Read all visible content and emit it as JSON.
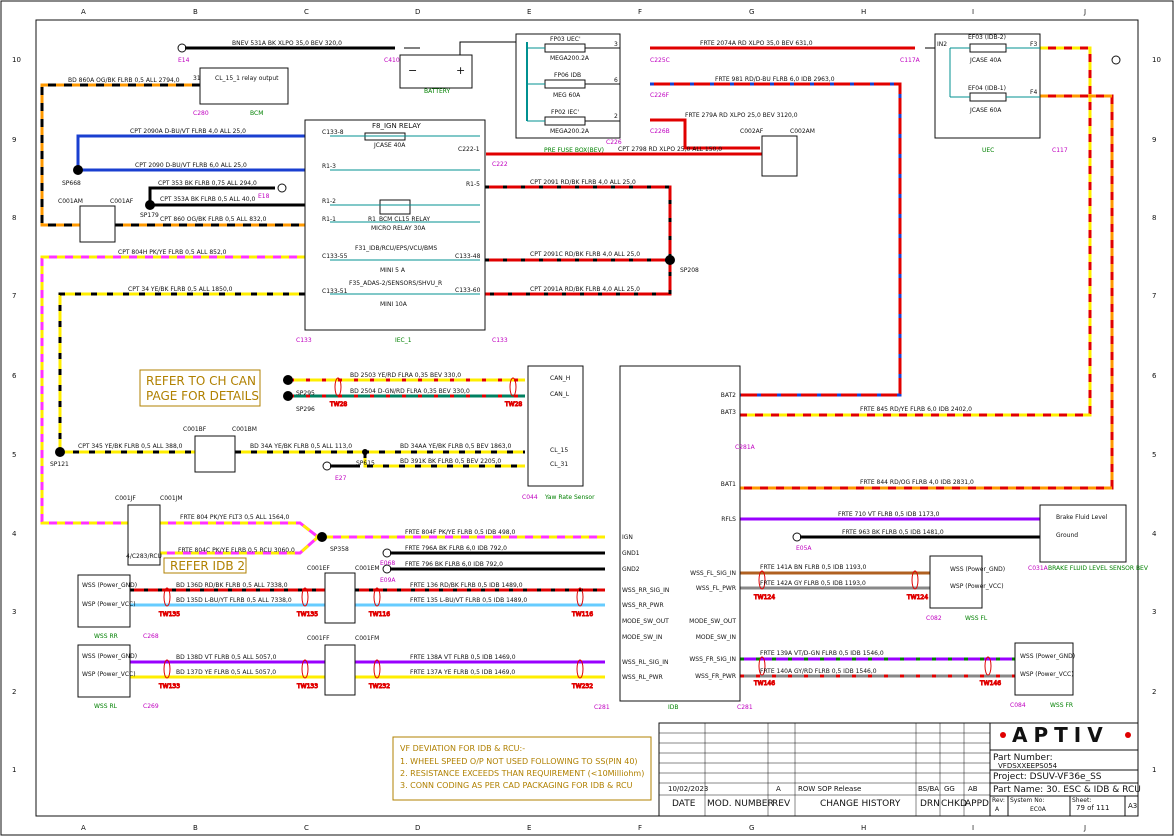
{
  "frame": {
    "cols_top": [
      "A",
      "B",
      "C",
      "D",
      "E",
      "F",
      "G",
      "H",
      "I",
      "J"
    ],
    "rows": [
      "10",
      "9",
      "8",
      "7",
      "6",
      "5",
      "4",
      "3",
      "2",
      "1"
    ]
  },
  "colors": {
    "red": "#e00000",
    "black": "#000000",
    "blue": "#1a3fd0",
    "orange": "#ff9900",
    "yellow": "#ffee00",
    "magenta": "#ff33ff",
    "purple": "#9900ff",
    "brown": "#b06020",
    "teal": "#009090",
    "green": "#008000",
    "gray": "#888888",
    "lightblue": "#66ccff"
  },
  "components": {
    "bcm": {
      "pin": "31",
      "label": "CL_15_1 relay output",
      "name": "BCM",
      "conn": "C280"
    },
    "battery": {
      "label": "BATTERY",
      "minus": "−",
      "plus": "+"
    },
    "pre_fuse_box": {
      "name": "PRE FUSE BOX(BEV)",
      "conn": "C226",
      "fuses": [
        "FP03 UEC'",
        "MEGA200.2A",
        "FP06 IDB",
        "MEG 60A",
        "FP02 IEC'",
        "MEGA200.2A"
      ],
      "pins": [
        "3",
        "6",
        "2"
      ]
    },
    "uec": {
      "name": "UEC",
      "conn": "C117",
      "fuses": [
        "EF03 (IDB-2)",
        "JCASE 40A",
        "EF04 (IDB-1)",
        "JCASE 60A"
      ],
      "pins": [
        "IN2",
        "F3",
        "F4"
      ]
    },
    "iec": {
      "name": "IEC_1",
      "conn_l": "C133",
      "conn_r": "C133",
      "relay": "F8_IGN RELAY",
      "relay_fuse": "JCASE 40A",
      "micro_relay": "R1_BCM CL15 RELAY",
      "micro_relay2": "MICRO RELAY 30A",
      "fuse1": "F31_IDB/RCU/EPS/VCU/BMS",
      "fuse1_size": "MINI 5 A",
      "fuse2": "F35_ADAS-2/SENSORS/SHVU_R",
      "fuse2_size": "MINI 10A",
      "pins": [
        "C133-8",
        "R1-3",
        "R1-2",
        "R1-1",
        "C133-55",
        "C133-51",
        "C222-1",
        "R1-5",
        "C133-48",
        "C133-60"
      ]
    },
    "yaw": {
      "name": "Yaw Rate Sensor",
      "conn": "C044",
      "pins": [
        "CAN_H",
        "CAN_L",
        "CL_15",
        "CL_31"
      ]
    },
    "idb": {
      "name": "IDB",
      "conn": "C281",
      "pins_left": [
        "IGN",
        "GND1",
        "GND2",
        "WSS_RR_SIG_IN",
        "WSS_RR_PWR",
        "MODE_SW_OUT",
        "MODE_SW_IN",
        "WSS_RL_SIG_IN",
        "WSS_RL_PWR"
      ],
      "pins_right": [
        "BAT2",
        "BAT3",
        "BAT1",
        "RFLS",
        "WSS_FL_SIG_IN",
        "WSS_FL_PWR",
        "MODE_SW_OUT",
        "MODE_SW_IN",
        "WSS_FR_SIG_IN",
        "WSS_FR_PWR"
      ]
    },
    "brake": {
      "name": "BRAKE FLUID LEVEL SENSOR BEV",
      "conn": "C031A",
      "pins": [
        "Brake Fluid Level",
        "Ground"
      ]
    },
    "wss_rr": {
      "name": "WSS RR",
      "conn": "C268",
      "pins": [
        "WSS (Power_GND)",
        "WSP (Power_VCC)"
      ]
    },
    "wss_rl": {
      "name": "WSS RL",
      "conn": "C269",
      "pins": [
        "WSS (Power_GND)",
        "WSP (Power_VCC)"
      ]
    },
    "wss_fl": {
      "name": "WSS FL",
      "conn": "C082",
      "pins": [
        "WSS (Power_GND)",
        "WSP (Power_VCC)"
      ]
    },
    "wss_fr": {
      "name": "WSS FR",
      "conn": "C084",
      "pins": [
        "WSS (Power_GND)",
        "WSP (Power_VCC)"
      ]
    }
  },
  "wires": [
    "BNEV 531A BK XLPO 35,0 BEV 320,0",
    "BD 860A OG/BK FLRB 0,5 ALL 2794,0",
    "CPT 2090A D-BU/VT FLRB 4,0 ALL 25,0",
    "CPT 2090 D-BU/VT FLRB 6,0 ALL 25,0",
    "CPT 353 BK FLRB 0,75 ALL 294,0",
    "CPT 353A BK FLRB 0,5 ALL 40,0",
    "CPT 860 OG/BK FLRB 0,5 ALL 832,0",
    "CPT 804H PK/YE FLRB 0,5 ALL 852,0",
    "CPT 34 YE/BK FLRB 0,5 ALL 1850,0",
    "FRTE 2074A RD XLPO 35,0 BEV 631,0",
    "FRTE 981 RD/D-BU FLRB 6,0 IDB 2963,0",
    "FRTE 279A RD XLPO 25,0 BEV 3120,0",
    "CPT 2798 RD XLPO 25,0 ALL 150,0",
    "CPT 2091 RD/BK FLRB 4,0 ALL 25,0",
    "CPT 2091C RD/BK FLRB 4,0 ALL 25,0",
    "CPT 2091A RD/BK FLRB 4,0 ALL 25,0",
    "BD 2503 YE/RD FLRA 0,35 BEV 330,0",
    "BD 2504 D-GN/RD FLRA 0,35 BEV 330,0",
    "CPT 345 YE/BK FLRB 0,5 ALL 388,0",
    "BD 34A YE/BK FLRB 0,5 ALL 113,0",
    "BD 34AA YE/BK FLRB 0,5 BEV 1863,0",
    "BD 391K BK FLRB 0,5 BEV 2205,0",
    "FRTE 845 RD/YE FLRB 6,0 IDB 2402,0",
    "FRTE 844 RD/OG FLRB 4,0 IDB 2831,0",
    "FRTE 804 PK/YE FLT3 0,5 ALL 1564,0",
    "FRTE 804C PK/YE FLRB 0,5 RCU 3060,0",
    "FRTE 804F PK/YE FLRB 0,5 IDB 498,0",
    "FRTE 796A BK FLRB 6,0 IDB 792,0",
    "FRTE 796 BK FLRB 6,0 IDB 792,0",
    "FRTE 710 VT FLRB 0,5 IDB 1173,0",
    "FRTE 963 BK FLRB 0,5 IDB 1481,0",
    "BD 136D RD/BK FLRB 0,5 ALL 7338,0",
    "BD 135D L-BU/YT FLRB 0,5 ALL 7338,0",
    "FRTE 136 RD/BK FLRB 0,5 IDB 1489,0",
    "FRTE 135 L-BU/VT FLRB 0,5 IDB 1489,0",
    "FRTE 141A BN FLRB 0,5 IDB 1193,0",
    "FRTE 142A GY FLRB 0,5 IDB 1193,0",
    "BD 138D VT FLRB 0,5 ALL 5057,0",
    "BD 137D YE FLRB 0,5 ALL 5057,0",
    "FRTE 138A VT FLRB 0,5 IDB 1469,0",
    "FRTE 137A YE FLRB 0,5 IDB 1469,0",
    "FRTE 139A VT/D-GN FLRB 0,5 IDB 1546,0",
    "FRTE 140A GY/RD FLRB 0,5 IDB 1546,0"
  ],
  "splices": [
    "SP668",
    "SP179",
    "SP121",
    "SP208",
    "SP295",
    "SP296",
    "SP358",
    "SP615"
  ],
  "grounds": [
    "E14",
    "E18",
    "E27",
    "E068",
    "E09A",
    "E05A"
  ],
  "connectors": [
    "C410",
    "C117A",
    "C225C",
    "C226F",
    "C226B",
    "C222",
    "C002AF",
    "C002AM",
    "C001AM",
    "C001AF",
    "C001BF",
    "C001BM",
    "C001JF",
    "C001JM",
    "C001EF",
    "C001EM",
    "C001FF",
    "C001FM",
    "C281A",
    "4/C283/RCU"
  ],
  "twists": [
    "TW28",
    "TW28",
    "TW135",
    "TW135",
    "TW116",
    "TW116",
    "TW133",
    "TW133",
    "TW232",
    "TW232",
    "TW124",
    "TW124",
    "TW146",
    "TW146"
  ],
  "notes": {
    "can": [
      "REFER TO CH CAN",
      "PAGE FOR DETAILS"
    ],
    "idb2": "REFER IDB 2",
    "deviation_title": "VF DEVIATION FOR IDB & RCU:-",
    "deviation_lines": [
      "1. WHEEL SPEED O/P NOT USED FOLLOWING TO SS(PIN 40)",
      "2. RESISTANCE EXCEEDS THAN REQUIREMENT (<10Milliohm)",
      "3. CONN CODING AS PER CAD PACKAGING FOR IDB & RCU"
    ]
  },
  "title_block": {
    "logo": "APTIV",
    "part_number_label": "Part Number:",
    "part_number": "VFDSXXEEPS054",
    "project": "Project: DSUV-VF36e_SS",
    "part_name": "Part Name: 30. ESC & IDB & RCU",
    "rev_label": "Rev:",
    "rev": "A",
    "system_no_label": "System No:",
    "system_no": "EC0A",
    "sheet_label": "Sheet:",
    "sheet": "79 of 111",
    "size": "A3",
    "history_date": "10/02/2023",
    "history_rev": "A",
    "history_desc": "ROW SOP Release",
    "drn": "BS/BA",
    "chkd": "GG",
    "appd": "AB",
    "headers": [
      "DATE",
      "MOD. NUMBER",
      "REV",
      "CHANGE HISTORY",
      "DRN",
      "CHKD",
      "APPD"
    ]
  }
}
